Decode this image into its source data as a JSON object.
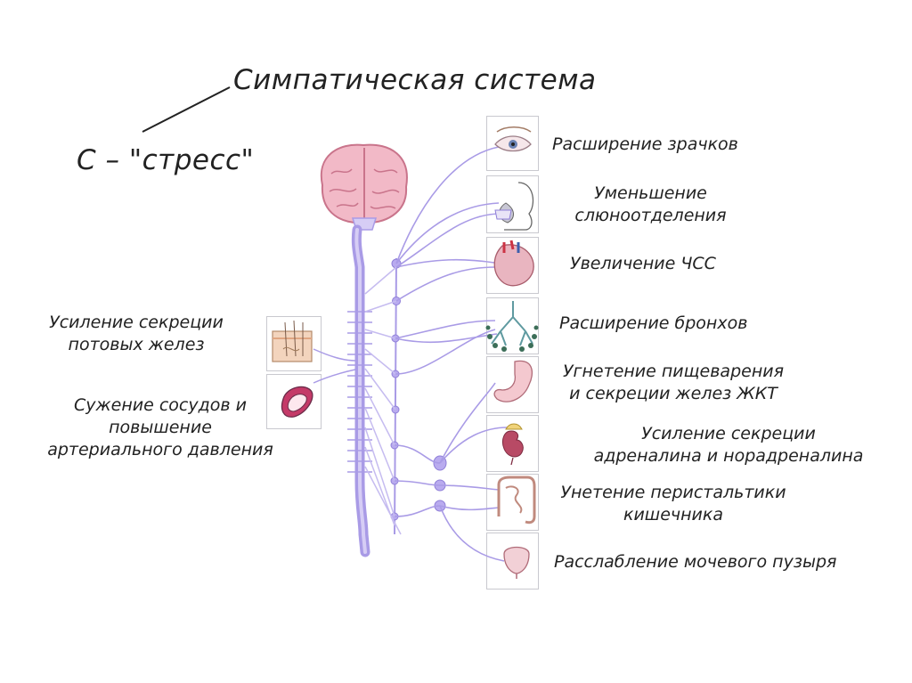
{
  "title": "Симпатическая система",
  "subtitle": "С – \"стресс\"",
  "colors": {
    "nerve": "#a99be6",
    "nerve_light": "#c6bcf0",
    "brain": "#f2b9c7",
    "brain_dark": "#c9748b",
    "box_border": "#c9c9cf"
  },
  "right_effects": [
    {
      "lines": [
        "Расширение зрачков"
      ],
      "icon": "eye-icon"
    },
    {
      "lines": [
        "Уменьшение",
        "слюноотделения"
      ],
      "icon": "salivary-gland-icon"
    },
    {
      "lines": [
        "Увеличение ЧСС"
      ],
      "icon": "heart-icon"
    },
    {
      "lines": [
        "Расширение бронхов"
      ],
      "icon": "bronchi-icon"
    },
    {
      "lines": [
        "Угнетение пищеварения",
        "и секреции желез ЖКТ"
      ],
      "icon": "stomach-icon"
    },
    {
      "lines": [
        "Усиление секреции",
        "адреналина и норадреналина"
      ],
      "icon": "adrenal-gland-icon"
    },
    {
      "lines": [
        "Унетение перистальтики",
        "кишечника"
      ],
      "icon": "intestine-icon"
    },
    {
      "lines": [
        "Расслабление мочевого пузыря"
      ],
      "icon": "bladder-icon"
    }
  ],
  "left_effects": [
    {
      "lines": [
        "Усиление секреции",
        "потовых желез"
      ],
      "icon": "sweat-gland-icon"
    },
    {
      "lines": [
        "Сужение сосудов и",
        "повышение",
        "артериального давления"
      ],
      "icon": "blood-vessel-icon"
    }
  ]
}
